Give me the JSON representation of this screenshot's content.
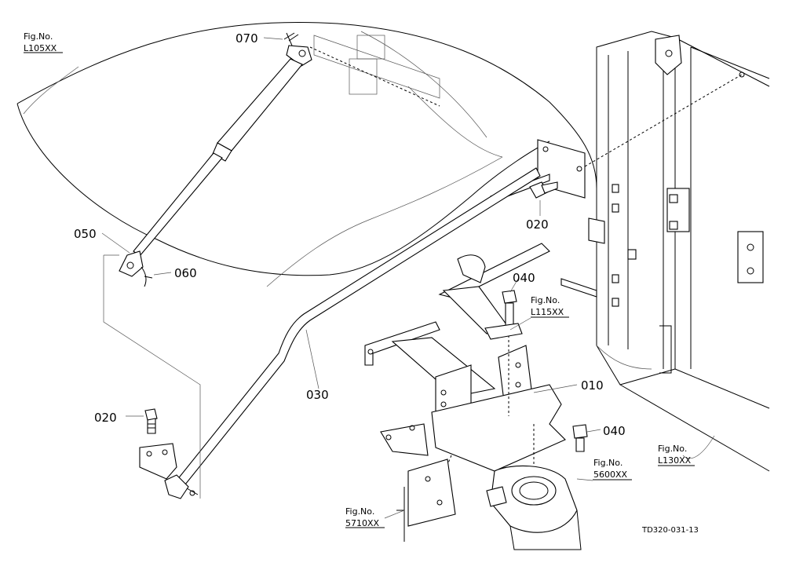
{
  "callouts": {
    "p010": "010",
    "p020a": "020",
    "p020b": "020",
    "p030": "030",
    "p040a": "040",
    "p040b": "040",
    "p050": "050",
    "p060": "060",
    "p070": "070"
  },
  "fig_refs": {
    "l105": {
      "line1": "Fig.No.",
      "line2": "L105XX"
    },
    "l115": {
      "line1": "Fig.No.",
      "line2": "L115XX"
    },
    "l130": {
      "line1": "Fig.No.",
      "line2": "L130XX"
    },
    "r5600": {
      "line1": "Fig.No.",
      "line2": "5600XX"
    },
    "r5710": {
      "line1": "Fig.No.",
      "line2": "5710XX"
    }
  },
  "drawing_code": "TD320-031-13"
}
